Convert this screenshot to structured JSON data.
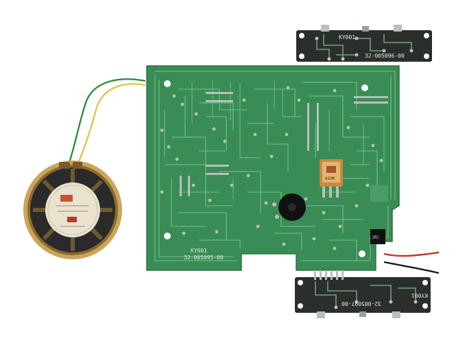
{
  "image": {
    "subject": "circuit-board-with-speaker",
    "colors": {
      "background": "#ffffff",
      "pcb_green": "#3a8c55",
      "trace_green": "#62b07a",
      "pad_silver": "#b9c0bb",
      "daughterboard": "#2b2f2c",
      "speaker_rim": "#caa55a",
      "speaker_cone": "#2a2a2a",
      "speaker_label": "#e9e2cf",
      "wire_green": "#2f8f3a",
      "wire_yellow": "#d9c84a",
      "wire_red": "#c43126",
      "wire_black": "#1a1a1a",
      "pot_body": "#c98a3a",
      "chip_black": "#111111"
    }
  },
  "main_board": {
    "label_model": "KY001",
    "label_part": "32-005095-00"
  },
  "top_board": {
    "label_model": "KY001",
    "label_part": "32-005096-00"
  },
  "bottom_board": {
    "label_model": "KY001",
    "label_part": "32-005097-00"
  },
  "potentiometer": {
    "label": "A10K"
  },
  "chip": {
    "label": "JRC"
  }
}
